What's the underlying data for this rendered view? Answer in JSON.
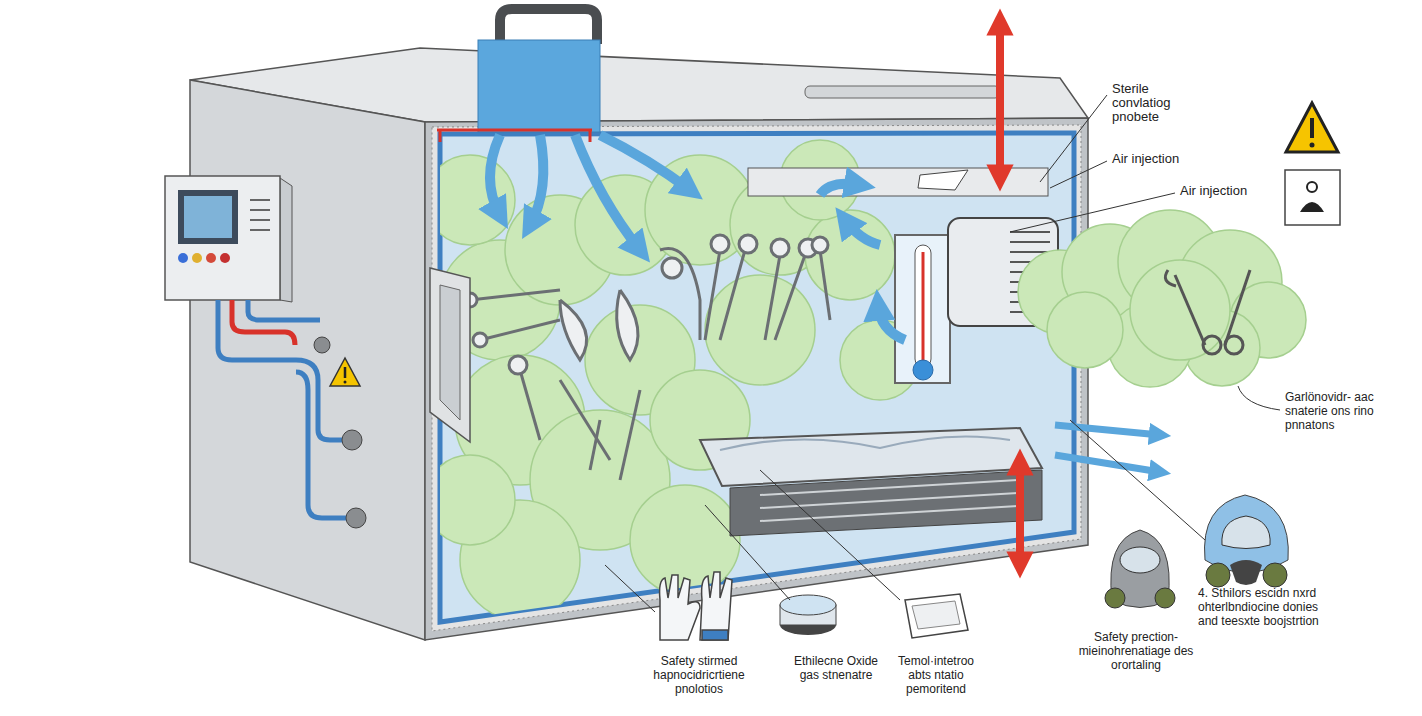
{
  "diagram": {
    "labels": [
      "Sterile convlatiog pnobete",
      "Air injection",
      "Air injection",
      "Garlönovidr- aac snaterie ons rino pnnatons",
      "Safety stirmed hapnocidricrtiene pnolotios",
      "Ethilecne Oxide gas stnenatre",
      "Temol·intetroo abts ntatio pemoritend",
      "Safety prection- mieinohrenatiage des orortaling",
      "4. Sthilors escidn nxrd ohterlbndiocine donies and teesxte boojstrtion"
    ]
  }
}
